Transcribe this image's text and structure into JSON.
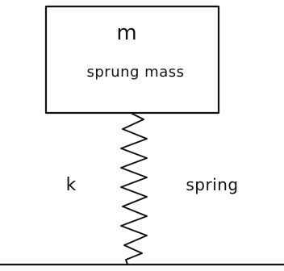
{
  "diagram": {
    "mass_symbol": "m",
    "mass_label": "sprung mass",
    "spring_constant_symbol": "k",
    "spring_label": "spring",
    "stroke_color": "#111111",
    "background_color": "#ffffff"
  }
}
